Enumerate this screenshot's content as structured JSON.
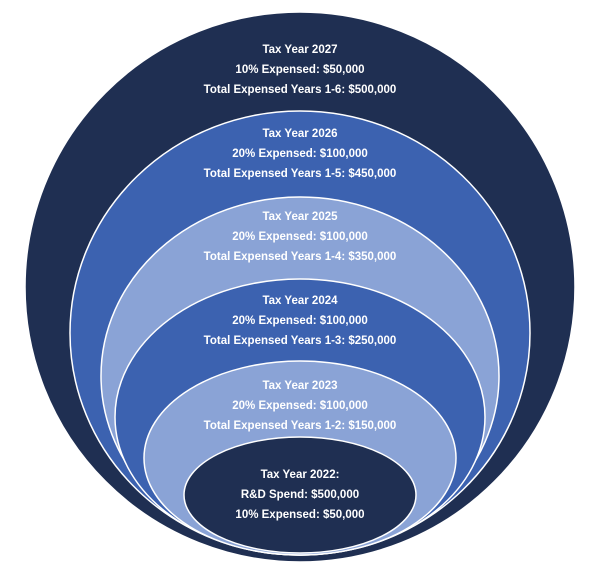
{
  "rings": [
    {
      "title": "Tax Year 2027",
      "line2": "10% Expensed: $50,000",
      "line3": "Total Expensed Years 1-6: $500,000",
      "color": "#1f2f52"
    },
    {
      "title": "Tax Year 2026",
      "line2": "20% Expensed: $100,000",
      "line3": "Total Expensed Years 1-5: $450,000",
      "color": "#3c62b0"
    },
    {
      "title": "Tax Year 2025",
      "line2": "20% Expensed: $100,000",
      "line3": "Total Expensed Years 1-4: $350,000",
      "color": "#8aa3d6"
    },
    {
      "title": "Tax Year 2024",
      "line2": "20% Expensed: $100,000",
      "line3": "Total Expensed Years 1-3: $250,000",
      "color": "#3c62b0"
    },
    {
      "title": "Tax Year 2023",
      "line2": "20% Expensed: $100,000",
      "line3": "Total Expensed Years 1-2: $150,000",
      "color": "#8aa3d6"
    },
    {
      "title": "Tax Year 2022:",
      "line2": "R&D Spend: $500,000",
      "line3": "10% Expensed: $50,000",
      "color": "#1f2f52"
    }
  ]
}
